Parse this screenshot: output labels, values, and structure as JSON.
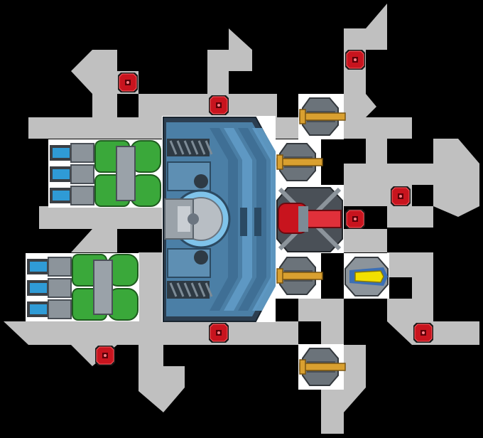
{
  "scene": {
    "background_color": "#000000",
    "corridor_color": "#c0c0c0",
    "accent_colors": {
      "hull_blue": "#4b7fa6",
      "hull_dark": "#2c3e50",
      "armor_red": "#c8141e",
      "engine_green": "#3aa83a",
      "thruster_blue": "#2f9bd6",
      "gun_gold": "#d9a030",
      "drone_yellow": "#f2e000"
    }
  },
  "ship": {
    "core_name": "command-core",
    "engines": [
      {
        "name": "engine-upper",
        "nozzles": 3
      },
      {
        "name": "engine-lower",
        "nozzles": 3
      }
    ],
    "turrets": [
      {
        "name": "turret-1",
        "type": "cannon"
      },
      {
        "name": "turret-2",
        "type": "cannon"
      },
      {
        "name": "turret-3",
        "type": "cannon"
      },
      {
        "name": "turret-4",
        "type": "cannon"
      }
    ],
    "heavy_weapon": {
      "name": "red-heavy-laser"
    },
    "drone": {
      "name": "yellow-drone"
    }
  },
  "enemies": {
    "red_blocks": [
      {
        "name": "red-block"
      },
      {
        "name": "red-block"
      },
      {
        "name": "red-block"
      },
      {
        "name": "red-block"
      },
      {
        "name": "red-block"
      },
      {
        "name": "red-block"
      },
      {
        "name": "red-block"
      },
      {
        "name": "red-block"
      }
    ]
  }
}
